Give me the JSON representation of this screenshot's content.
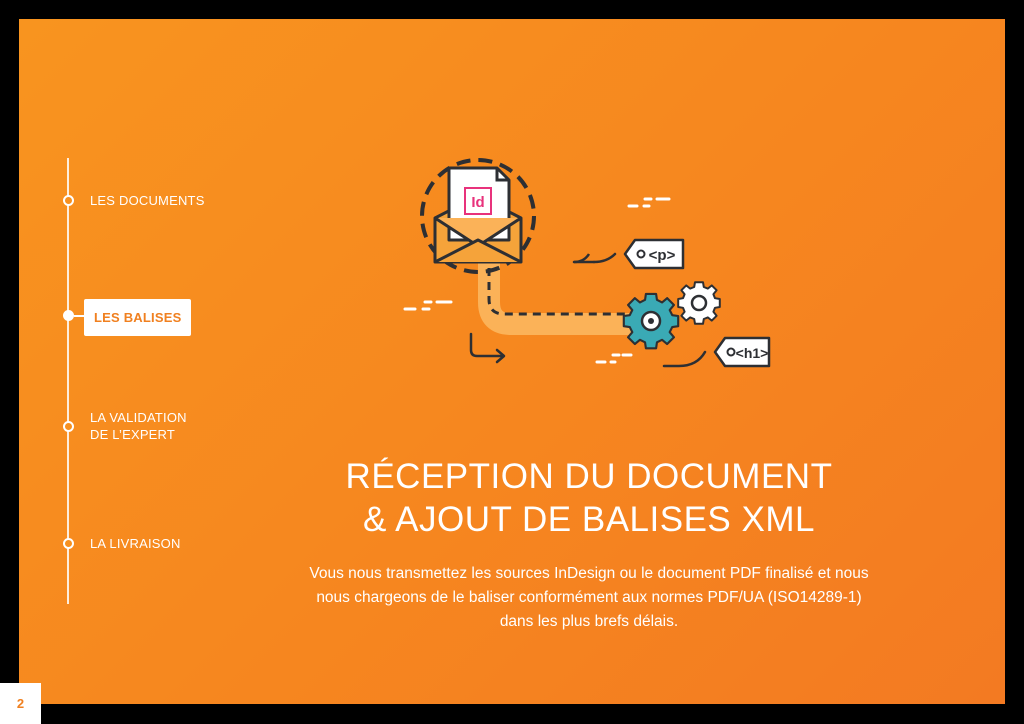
{
  "colors": {
    "background": "#000000",
    "panel_orange": "#f7901f",
    "panel_orange_dark": "#f37a22",
    "accent_orange": "#f08020",
    "teal": "#3aaab5",
    "dark": "#2d2f33",
    "light_orange": "#fbb258",
    "white": "#ffffff",
    "magenta": "#e8327c"
  },
  "nav": {
    "items": [
      {
        "label": "LES DOCUMENTS",
        "active": false
      },
      {
        "label": "LES BALISES",
        "active": true
      },
      {
        "label": "LA VALIDATION\nDE L’EXPERT",
        "active": false
      },
      {
        "label": "LA LIVRAISON",
        "active": false
      }
    ]
  },
  "illustration": {
    "document_badge": "Id",
    "tag_p": "<p>",
    "tag_h1": "<h1>",
    "icons": [
      "envelope-icon",
      "document-icon",
      "tag-icon",
      "gear-icon",
      "arrow-icon"
    ]
  },
  "main": {
    "title_line1": "RÉCEPTION DU DOCUMENT",
    "title_line2": "& AJOUT DE BALISES XML",
    "body": "Vous nous transmettez les sources InDesign ou le document PDF finalisé et nous nous chargeons de le baliser conformément aux normes PDF/UA (ISO14289-1) dans les plus brefs délais."
  },
  "page_number": "2"
}
